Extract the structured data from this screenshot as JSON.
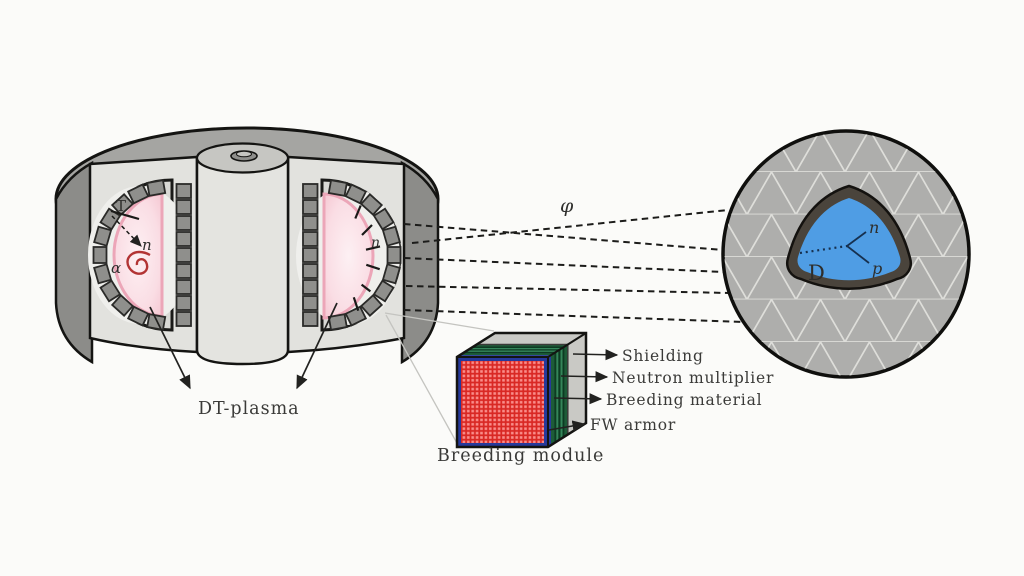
{
  "tokamak": {
    "plasma_label": "DT-plasma",
    "tritium": "T",
    "neutron": "n",
    "alpha": "α",
    "neutron_wall": "n"
  },
  "flux": {
    "phi": "φ"
  },
  "module": {
    "caption": "Breeding module",
    "layers": [
      {
        "label": "Shielding",
        "color": "#c9c9c5"
      },
      {
        "label": "Neutron multiplier",
        "color": "#1d5c38"
      },
      {
        "label": "Breeding material",
        "color": "#26399b"
      },
      {
        "label": "FW armor",
        "color": "#d92824"
      }
    ]
  },
  "nucleus": {
    "deuterium": "D",
    "neutron": "n",
    "proton": "p"
  },
  "palette": {
    "plasma_pink": "#fadde4",
    "vessel_gray": "#a5a5a2",
    "blanket_block_gray": "#8f8f8c",
    "nucleus_blue": "#4f9de4",
    "nucleus_border": "#4a443c"
  }
}
